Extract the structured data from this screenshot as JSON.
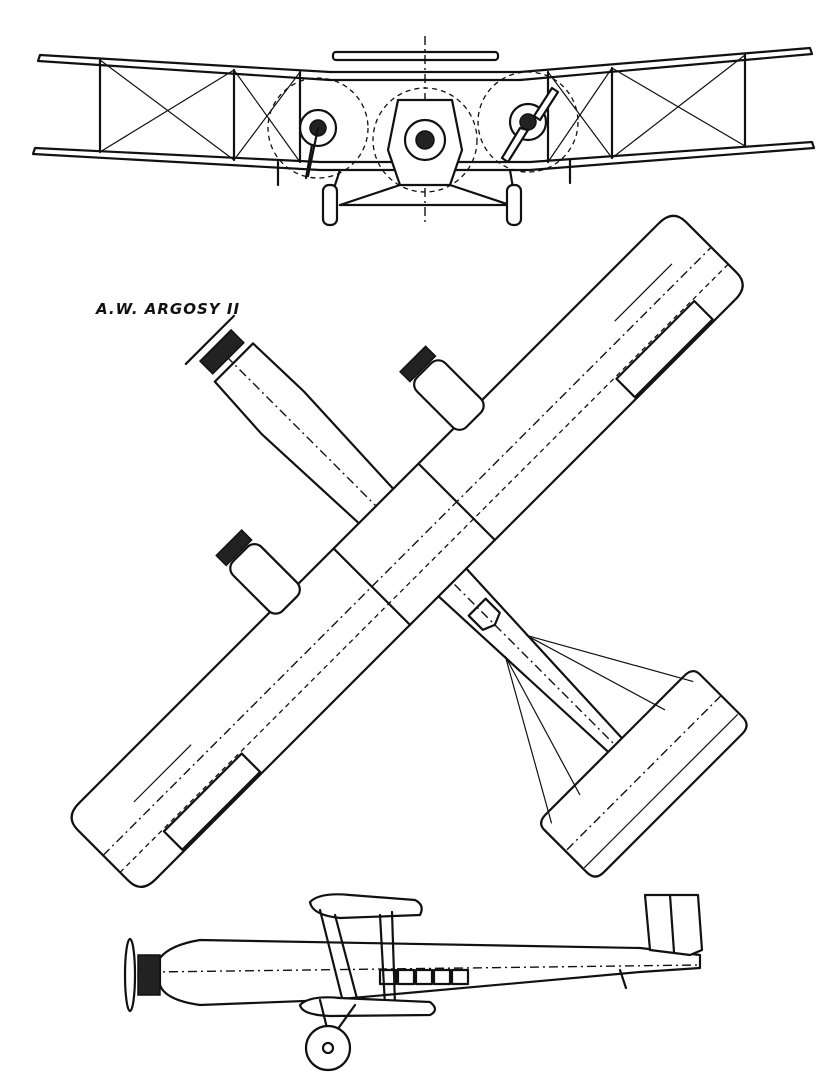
{
  "drawing": {
    "title": "A.W. ARGOSY II",
    "views": [
      "front-view",
      "plan-view",
      "side-view"
    ]
  }
}
